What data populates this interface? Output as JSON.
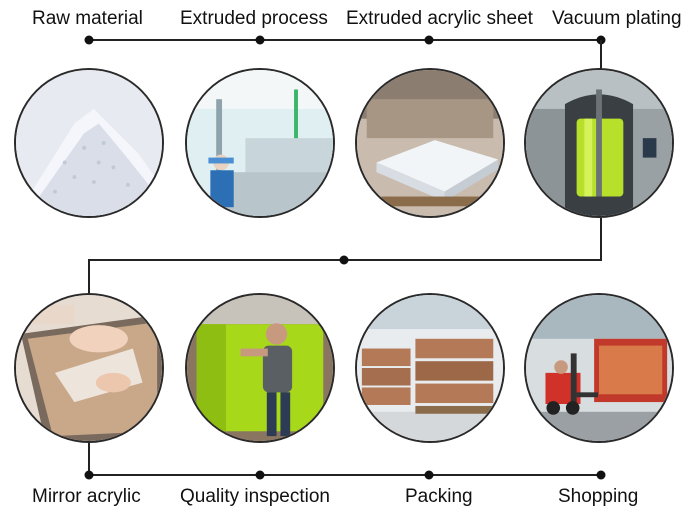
{
  "top_steps": [
    {
      "label": "Raw material"
    },
    {
      "label": "Extruded process"
    },
    {
      "label": "Extruded acrylic sheet"
    },
    {
      "label": "Vacuum plating"
    }
  ],
  "bottom_steps": [
    {
      "label": "Mirror acrylic"
    },
    {
      "label": "Quality inspection"
    },
    {
      "label": "Packing"
    },
    {
      "label": "Shopping"
    }
  ]
}
